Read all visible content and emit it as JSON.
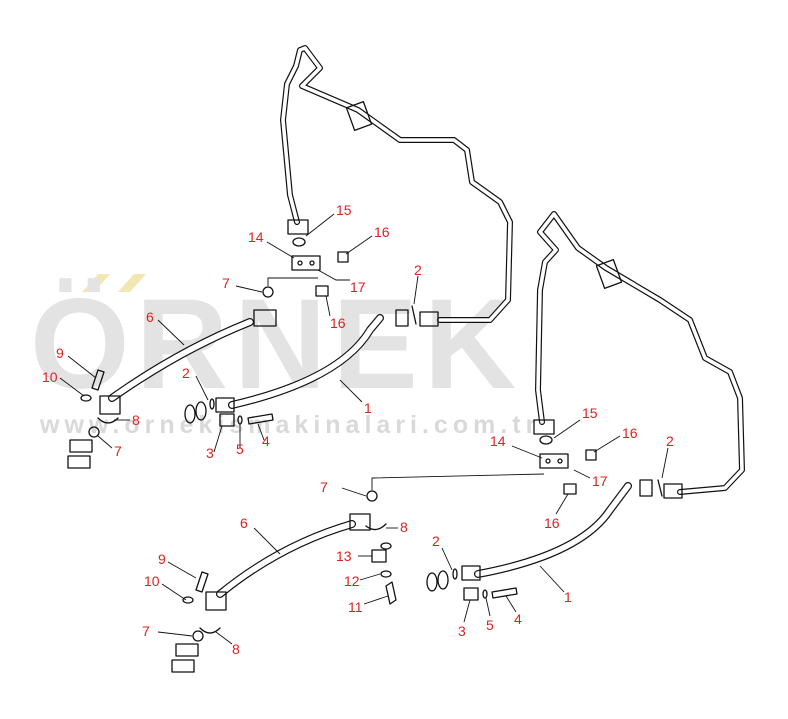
{
  "watermark": {
    "brand": "ÖRNEK",
    "url": "www.ornekismakinalari.com.tr",
    "dot_color": "#f2e6b3",
    "text_color": "#e0e0e0"
  },
  "label_color": "#dd2222",
  "callouts_upper": [
    {
      "id": "u15",
      "text": "15"
    },
    {
      "id": "u14",
      "text": "14"
    },
    {
      "id": "u16a",
      "text": "16"
    },
    {
      "id": "u7a",
      "text": "7"
    },
    {
      "id": "u17",
      "text": "17"
    },
    {
      "id": "u2a",
      "text": "2"
    },
    {
      "id": "u6",
      "text": "6"
    },
    {
      "id": "u16b",
      "text": "16"
    },
    {
      "id": "u9",
      "text": "9"
    },
    {
      "id": "u10",
      "text": "10"
    },
    {
      "id": "u2b",
      "text": "2"
    },
    {
      "id": "u1",
      "text": "1"
    },
    {
      "id": "u8",
      "text": "8"
    },
    {
      "id": "u7b",
      "text": "7"
    },
    {
      "id": "u3",
      "text": "3"
    },
    {
      "id": "u5",
      "text": "5"
    },
    {
      "id": "u4",
      "text": "4"
    }
  ],
  "callouts_lower": [
    {
      "id": "l15",
      "text": "15"
    },
    {
      "id": "l14",
      "text": "14"
    },
    {
      "id": "l16a",
      "text": "16"
    },
    {
      "id": "l2a",
      "text": "2"
    },
    {
      "id": "l7a",
      "text": "7"
    },
    {
      "id": "l17",
      "text": "17"
    },
    {
      "id": "l16b",
      "text": "16"
    },
    {
      "id": "l6",
      "text": "6"
    },
    {
      "id": "l8a",
      "text": "8"
    },
    {
      "id": "l13",
      "text": "13"
    },
    {
      "id": "l2b",
      "text": "2"
    },
    {
      "id": "l9",
      "text": "9"
    },
    {
      "id": "l12",
      "text": "12"
    },
    {
      "id": "l10",
      "text": "10"
    },
    {
      "id": "l11",
      "text": "11"
    },
    {
      "id": "l1",
      "text": "1"
    },
    {
      "id": "l5",
      "text": "5"
    },
    {
      "id": "l4",
      "text": "4"
    },
    {
      "id": "l7b",
      "text": "7"
    },
    {
      "id": "l3",
      "text": "3"
    },
    {
      "id": "l8b",
      "text": "8"
    }
  ]
}
